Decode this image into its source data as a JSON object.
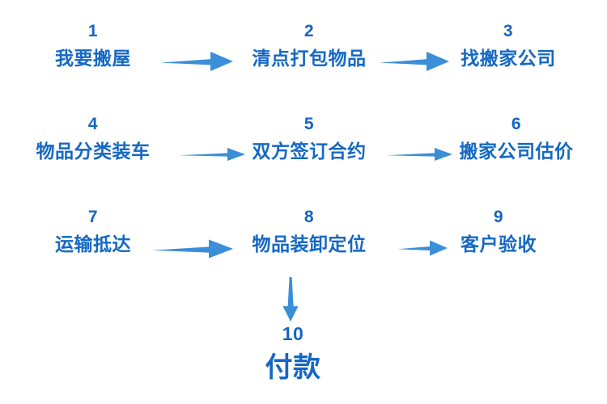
{
  "diagram": {
    "title_text": "",
    "colors": {
      "text_blue": "#1568c4",
      "number_blue": "#1565c0",
      "arrow_blue": "#3b8ed8",
      "background": "#ffffff"
    },
    "steps": [
      {
        "number": "1",
        "label": "我要搬屋"
      },
      {
        "number": "2",
        "label": "清点打包物品"
      },
      {
        "number": "3",
        "label": "找搬家公司"
      },
      {
        "number": "4",
        "label": "物品分类装车"
      },
      {
        "number": "5",
        "label": "双方签订合约"
      },
      {
        "number": "6",
        "label": "搬家公司估价"
      },
      {
        "number": "7",
        "label": "运输抵达"
      },
      {
        "number": "8",
        "label": "物品装卸定位"
      },
      {
        "number": "9",
        "label": "客户验收"
      },
      {
        "number": "10",
        "label": "付款"
      }
    ],
    "connectors": [
      {
        "name": "arrow-1-to-2",
        "direction": "right"
      },
      {
        "name": "arrow-2-to-3",
        "direction": "right"
      },
      {
        "name": "arrow-4-to-5",
        "direction": "right"
      },
      {
        "name": "arrow-5-to-6",
        "direction": "right"
      },
      {
        "name": "arrow-7-to-8",
        "direction": "right"
      },
      {
        "name": "arrow-8-to-9",
        "direction": "right"
      },
      {
        "name": "arrow-8-to-10",
        "direction": "down"
      }
    ]
  }
}
